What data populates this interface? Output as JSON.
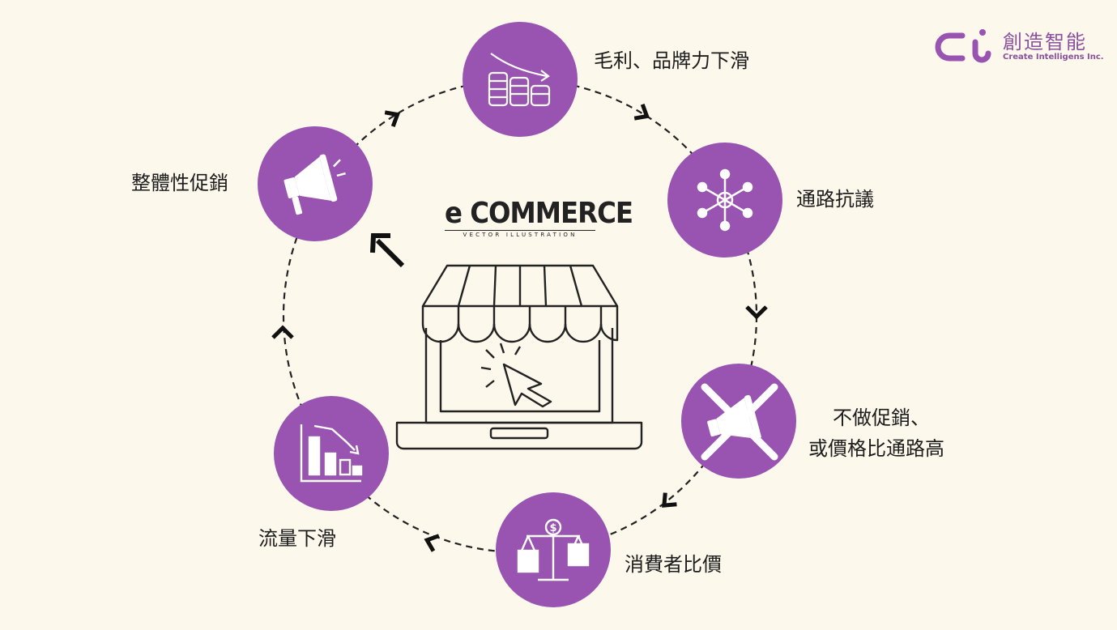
{
  "brand": {
    "name": "創造智能",
    "subtitle": "Create Intelligens Inc.",
    "color": "#9b59b6"
  },
  "center": {
    "title": "e COMMERCE",
    "subtitle": "VECTOR ILLUSTRATION"
  },
  "cycle": {
    "circle_color": "#9953b0",
    "nodes": [
      {
        "id": "margin",
        "label": "毛利、品牌力下滑",
        "icon": "coins-decline-icon"
      },
      {
        "id": "channel",
        "label": "通路抗議",
        "icon": "network-hub-icon"
      },
      {
        "id": "nopromo",
        "label_lines": [
          "不做促銷、",
          "或價格比通路高"
        ],
        "icon": "no-megaphone-icon"
      },
      {
        "id": "compare",
        "label": "消費者比價",
        "icon": "price-scale-icon"
      },
      {
        "id": "traffic",
        "label": "流量下滑",
        "icon": "bar-chart-decline-icon"
      },
      {
        "id": "promo",
        "label": "整體性促銷",
        "icon": "megaphone-icon"
      }
    ]
  }
}
